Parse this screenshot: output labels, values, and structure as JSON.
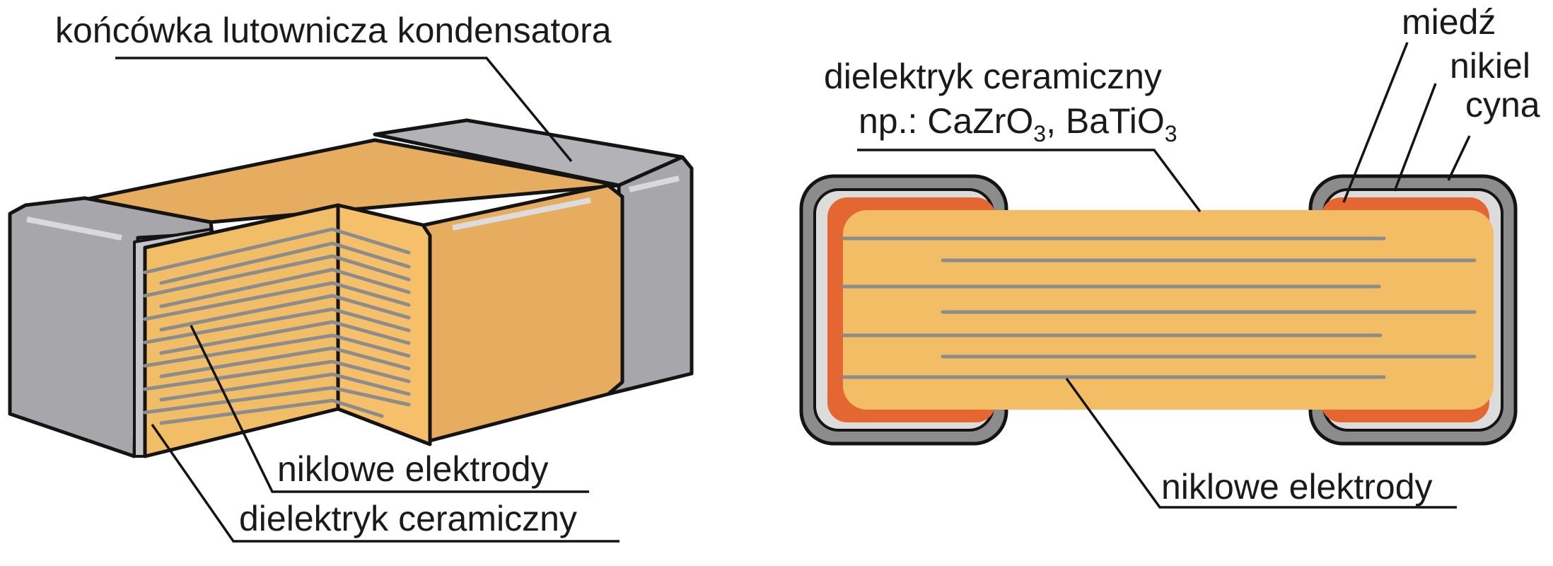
{
  "labels": {
    "solder_terminal": "końcówka lutownicza kondensatora",
    "left_electrodes": "niklowe elektrody",
    "left_dielectric": "dielektryk ceramiczny",
    "right_dielectric_line1": "dielektryk ceramiczny",
    "right_dielectric_prefix": "np.: CaZrO",
    "right_dielectric_sub1": "3",
    "right_dielectric_mid": ", BaTiO",
    "right_dielectric_sub2": "3",
    "copper": "miedź",
    "nickel": "nikiel",
    "tin": "cyna",
    "right_electrodes": "niklowe elektrody"
  },
  "colors": {
    "terminal_gray": "#a7a7ab",
    "ceramic_top": "#e6ad60",
    "ceramic_face": "#f3bd66",
    "ceramic_right": "#f2c06a",
    "copper": "#e46630",
    "nickel": "#dcdcdc",
    "tin": "#8c8c8c",
    "electrode": "#8c8c8c",
    "outline": "#141414"
  }
}
